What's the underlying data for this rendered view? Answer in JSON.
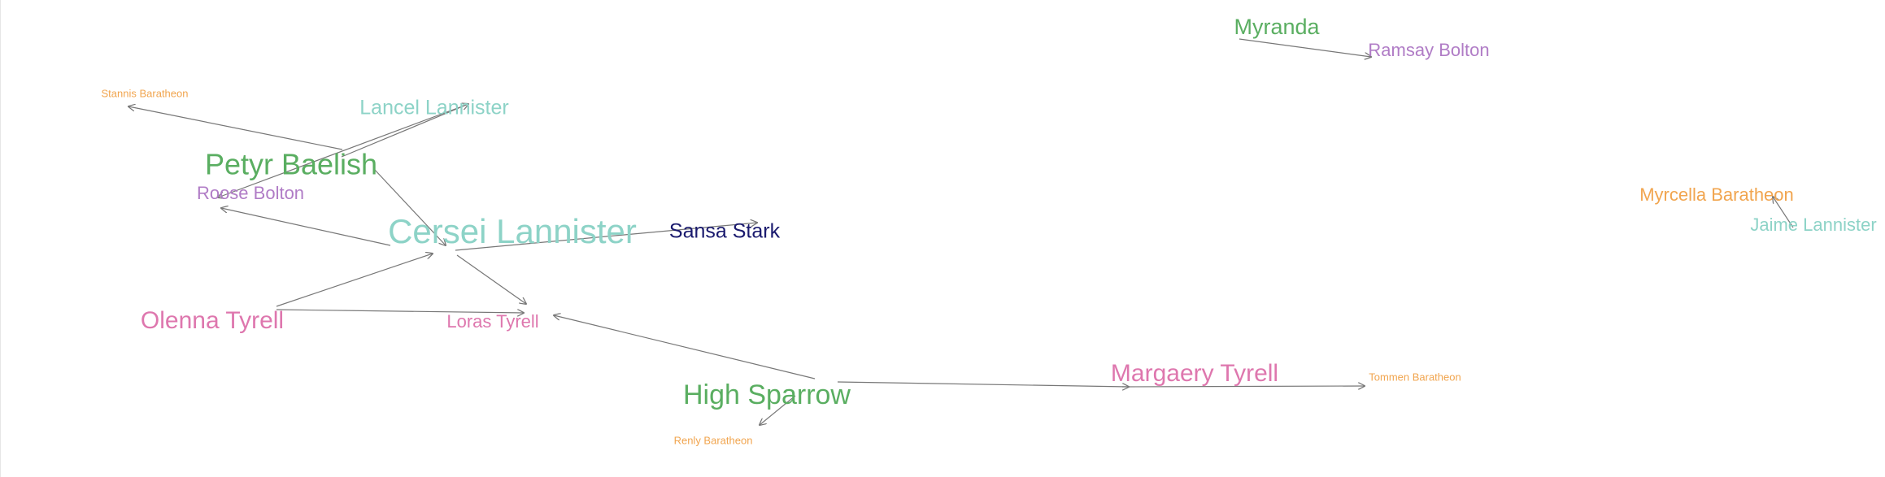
{
  "colors": {
    "lannister": "#8dd3c7",
    "tyrell": "#de77ae",
    "baratheon": "#f1a54f",
    "bolton": "#b07cc6",
    "other": "#5aae61",
    "stark": "#1a1a6e",
    "edge": "#777777"
  },
  "nodes": [
    {
      "id": "cersei",
      "label": "Cersei Lannister",
      "house": "lannister"
    },
    {
      "id": "petyr",
      "label": "Petyr Baelish",
      "house": "other"
    },
    {
      "id": "lancel",
      "label": "Lancel Lannister",
      "house": "lannister"
    },
    {
      "id": "stannis",
      "label": "Stannis Baratheon",
      "house": "baratheon"
    },
    {
      "id": "roose",
      "label": "Roose Bolton",
      "house": "bolton"
    },
    {
      "id": "sansa",
      "label": "Sansa Stark",
      "house": "stark"
    },
    {
      "id": "olenna",
      "label": "Olenna Tyrell",
      "house": "tyrell"
    },
    {
      "id": "loras",
      "label": "Loras Tyrell",
      "house": "tyrell"
    },
    {
      "id": "sparrow",
      "label": "High Sparrow",
      "house": "other"
    },
    {
      "id": "renly",
      "label": "Renly Baratheon",
      "house": "baratheon"
    },
    {
      "id": "margaery",
      "label": "Margaery Tyrell",
      "house": "tyrell"
    },
    {
      "id": "tommen",
      "label": "Tommen Baratheon",
      "house": "baratheon"
    },
    {
      "id": "myranda",
      "label": "Myranda",
      "house": "other"
    },
    {
      "id": "ramsay",
      "label": "Ramsay Bolton",
      "house": "bolton"
    },
    {
      "id": "myrcella",
      "label": "Myrcella Baratheon",
      "house": "baratheon"
    },
    {
      "id": "jaime",
      "label": "Jaime Lannister",
      "house": "lannister"
    }
  ],
  "edges": [
    {
      "source": "petyr",
      "target": "stannis"
    },
    {
      "source": "petyr",
      "target": "lancel"
    },
    {
      "source": "lancel",
      "target": "roose"
    },
    {
      "source": "cersei",
      "target": "roose"
    },
    {
      "source": "petyr",
      "target": "cersei"
    },
    {
      "source": "cersei",
      "target": "sansa"
    },
    {
      "source": "cersei",
      "target": "loras"
    },
    {
      "source": "olenna",
      "target": "cersei"
    },
    {
      "source": "olenna",
      "target": "loras"
    },
    {
      "source": "sparrow",
      "target": "loras"
    },
    {
      "source": "sparrow",
      "target": "renly"
    },
    {
      "source": "sparrow",
      "target": "margaery"
    },
    {
      "source": "margaery",
      "target": "tommen"
    },
    {
      "source": "myranda",
      "target": "ramsay"
    },
    {
      "source": "jaime",
      "target": "myrcella"
    }
  ]
}
